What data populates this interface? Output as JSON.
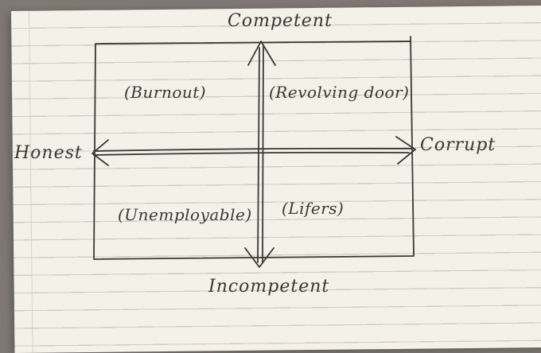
{
  "axes": {
    "top": "Competent",
    "bottom": "Incompetent",
    "left": "Honest",
    "right": "Corrupt"
  },
  "quadrants": {
    "top_left": "(Burnout)",
    "top_right": "(Revolving door)",
    "bottom_left": "(Unemployable)",
    "bottom_right": "(Lifers)"
  },
  "colors": {
    "ink": "#3b3834",
    "paper": "#f4f1e8",
    "rule": "#cfcdc4",
    "background": "#7f7873"
  }
}
